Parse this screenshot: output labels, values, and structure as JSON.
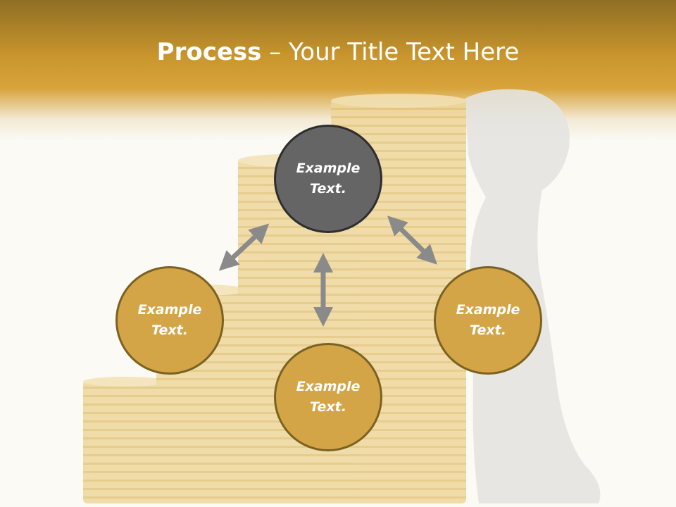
{
  "header": {
    "title_bold": "Process",
    "title_sep": " – ",
    "title_rest": "Your Title Text Here"
  },
  "diagram": {
    "nodes": [
      {
        "label": "Example\nText.",
        "role": "center-top",
        "fill": "#656565"
      },
      {
        "label": "Example\nText.",
        "role": "left",
        "fill": "#d4a546"
      },
      {
        "label": "Example\nText.",
        "role": "right",
        "fill": "#d4a546"
      },
      {
        "label": "Example\nText.",
        "role": "bottom",
        "fill": "#d4a546"
      }
    ],
    "arrow_color": "#8a8a8a"
  },
  "colors": {
    "header_gold": "#c9952d",
    "coin_gold": "#ecd08a",
    "figure_gray": "#e2e1de"
  }
}
